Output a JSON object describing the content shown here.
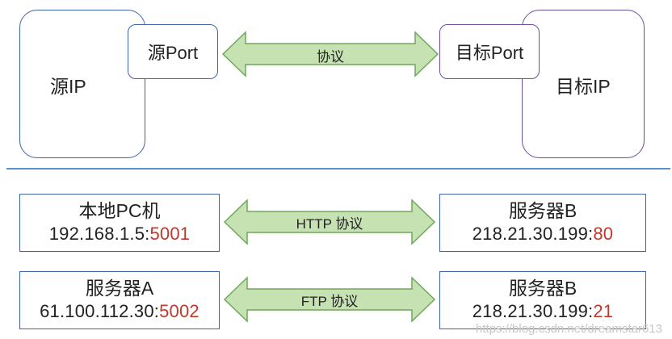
{
  "top": {
    "source_ip": "源IP",
    "source_port": "源Port",
    "protocol": "协议",
    "dest_port": "目标Port",
    "dest_ip": "目标IP"
  },
  "rows": [
    {
      "left_title": "本地PC机",
      "left_ip": "192.168.1.5:",
      "left_port": "5001",
      "protocol": "HTTP 协议",
      "right_title": "服务器B",
      "right_ip": "218.21.30.199:",
      "right_port": "80"
    },
    {
      "left_title": "服务器A",
      "left_ip": "61.100.112.30:",
      "left_port": "5002",
      "protocol": "FTP 协议",
      "right_title": "服务器B",
      "right_ip": "218.21.30.199:",
      "right_port": "21"
    }
  ],
  "colors": {
    "box_border_blue": "#3f62a8",
    "box_border_purple": "#6e4d9c",
    "arrow_fill": "#c6e2b2",
    "arrow_stroke": "#6ea85a",
    "port_red": "#c0392b",
    "divider": "#5a8fd4"
  },
  "watermark": "https://blog.csdn.net/dreamstar613"
}
